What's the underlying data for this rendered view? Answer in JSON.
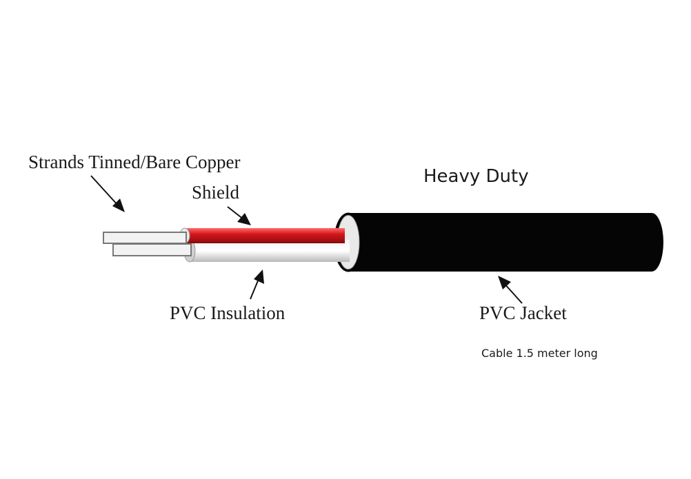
{
  "labels": {
    "strands": "Strands Tinned/Bare Copper",
    "shield": "Shield",
    "insulation": "PVC Insulation",
    "jacket": "PVC Jacket",
    "heading": "Heavy Duty",
    "length_note": "Cable 1.5 meter long"
  },
  "colors": {
    "jacket": "#050505",
    "shield": "#d4161c",
    "insulation": "#e6e6e6",
    "conductor": "#f2f2f2",
    "text": "#1a1a1a"
  }
}
